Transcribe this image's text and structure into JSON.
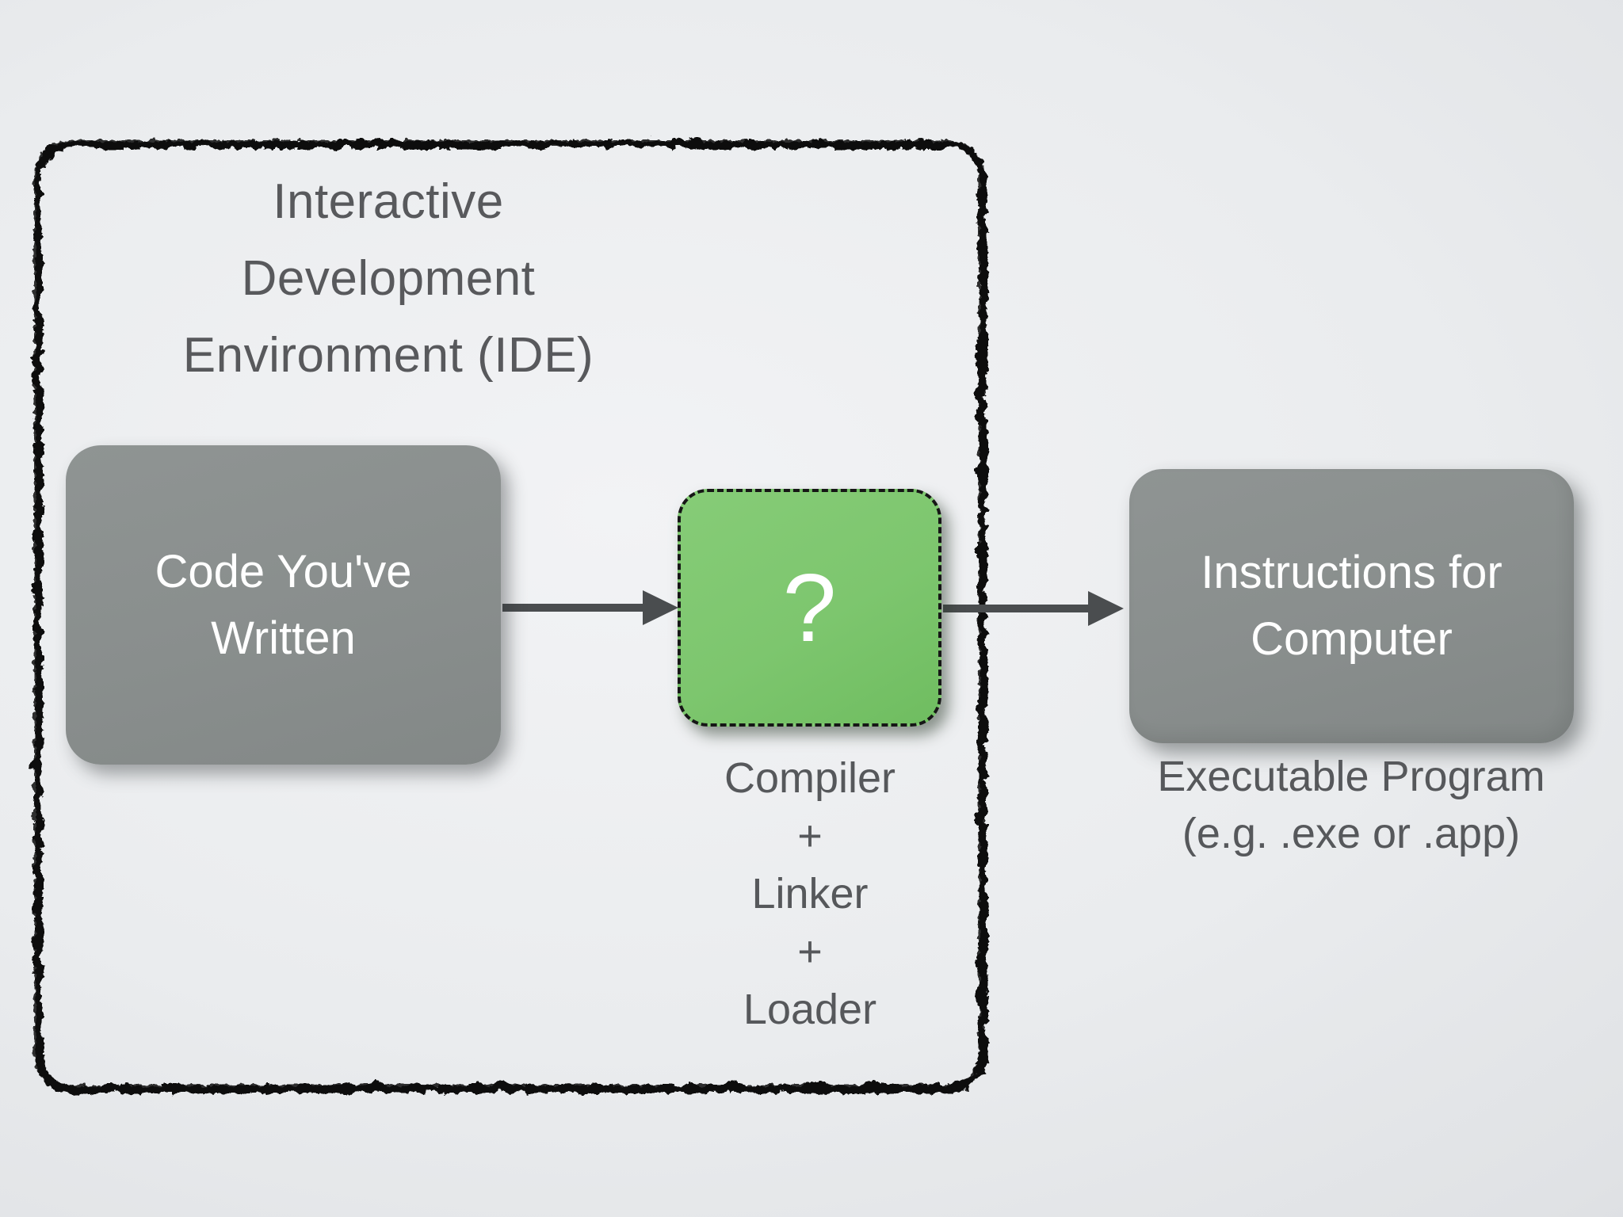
{
  "slide": {
    "ide_group": {
      "title_lines": [
        "Interactive",
        "Development",
        "Environment (IDE)"
      ]
    },
    "nodes": {
      "code": {
        "lines": [
          "Code You've",
          "Written"
        ]
      },
      "mystery": {
        "symbol": "?",
        "caption_lines": [
          "Compiler",
          "+",
          "Linker",
          "+",
          "Loader"
        ]
      },
      "instructions": {
        "lines": [
          "Instructions for",
          "Computer"
        ],
        "caption_lines": [
          "Executable Program",
          "(e.g. .exe or .app)"
        ]
      }
    },
    "colors": {
      "node_gray": "#898e8d",
      "node_green": "#7dc66e",
      "arrow": "#4a4d4f",
      "sketch_border": "#0d0d0d",
      "text_dark": "#56585b",
      "text_light": "#ffffff",
      "background": "#e8eaec"
    }
  }
}
